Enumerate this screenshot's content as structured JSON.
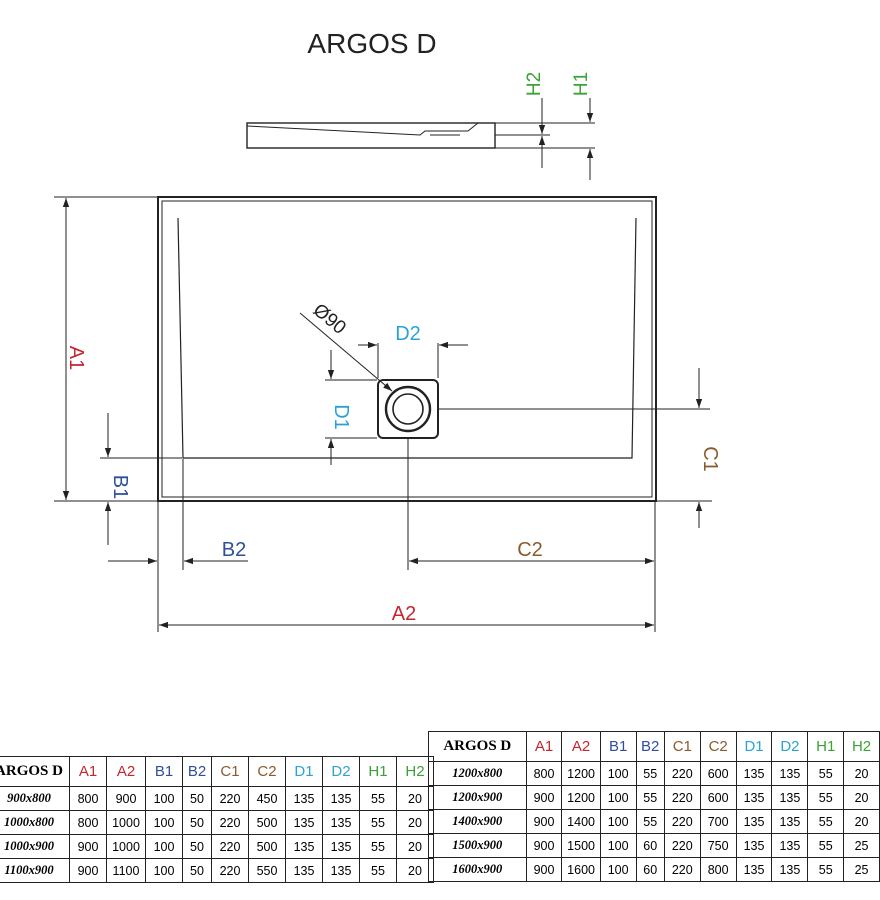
{
  "title": "ARGOS D",
  "colors": {
    "A": "#c3272d",
    "B": "#2f4f9a",
    "C": "#8a5a2b",
    "D": "#2aa3d4",
    "H": "#3aa335",
    "line": "#222222"
  },
  "labels": {
    "A1": "A1",
    "A2": "A2",
    "B1": "B1",
    "B2": "B2",
    "C1": "C1",
    "C2": "C2",
    "D1": "D1",
    "D2": "D2",
    "H1": "H1",
    "H2": "H2",
    "drain": "Ø90"
  },
  "table_left": {
    "header": [
      "ARGOS D",
      "A1",
      "A2",
      "B1",
      "B2",
      "C1",
      "C2",
      "D1",
      "D2",
      "H1",
      "H2"
    ],
    "rows": [
      [
        "900x800",
        "800",
        "900",
        "100",
        "50",
        "220",
        "450",
        "135",
        "135",
        "55",
        "20"
      ],
      [
        "1000x800",
        "800",
        "1000",
        "100",
        "50",
        "220",
        "500",
        "135",
        "135",
        "55",
        "20"
      ],
      [
        "1000x900",
        "900",
        "1000",
        "100",
        "50",
        "220",
        "500",
        "135",
        "135",
        "55",
        "20"
      ],
      [
        "1100x900",
        "900",
        "1100",
        "100",
        "50",
        "220",
        "550",
        "135",
        "135",
        "55",
        "20"
      ]
    ]
  },
  "table_right": {
    "header": [
      "ARGOS D",
      "A1",
      "A2",
      "B1",
      "B2",
      "C1",
      "C2",
      "D1",
      "D2",
      "H1",
      "H2"
    ],
    "rows": [
      [
        "1200x800",
        "800",
        "1200",
        "100",
        "55",
        "220",
        "600",
        "135",
        "135",
        "55",
        "20"
      ],
      [
        "1200x900",
        "900",
        "1200",
        "100",
        "55",
        "220",
        "600",
        "135",
        "135",
        "55",
        "20"
      ],
      [
        "1400x900",
        "900",
        "1400",
        "100",
        "55",
        "220",
        "700",
        "135",
        "135",
        "55",
        "20"
      ],
      [
        "1500x900",
        "900",
        "1500",
        "100",
        "60",
        "220",
        "750",
        "135",
        "135",
        "55",
        "25"
      ],
      [
        "1600x900",
        "900",
        "1600",
        "100",
        "60",
        "220",
        "800",
        "135",
        "135",
        "55",
        "25"
      ]
    ]
  }
}
